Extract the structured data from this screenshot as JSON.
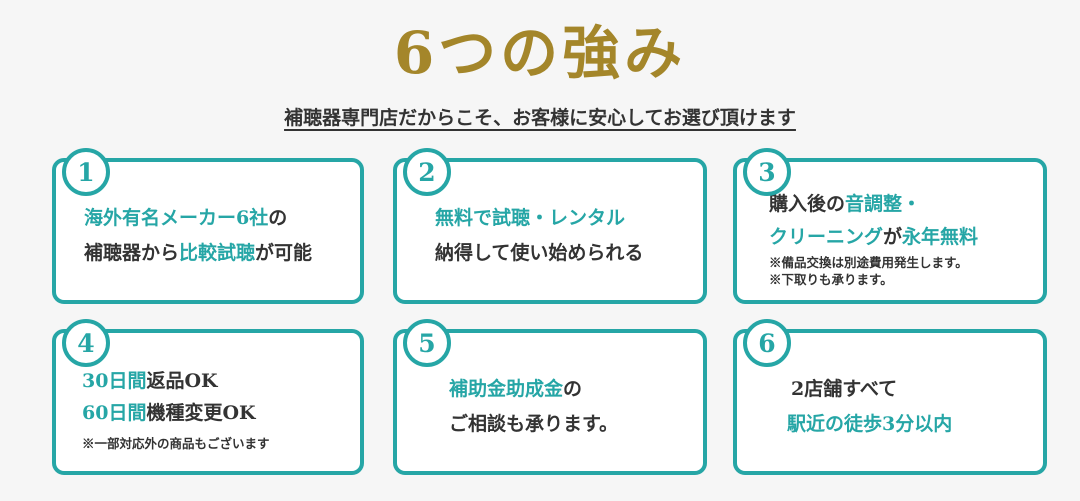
{
  "header": {
    "title": "6つの強み",
    "subtitle": "補聴器専門店だからこそ、お客様に安心してお選び頂けます"
  },
  "cards": [
    {
      "number": "1",
      "line1": {
        "a": "海外有名メーカー6社",
        "b": "の"
      },
      "line2": {
        "a": "補聴器から",
        "b": "比較試聴",
        "c": "が可能"
      }
    },
    {
      "number": "2",
      "line1": "無料で試聴・レンタル",
      "line2": "納得して使い始められる"
    },
    {
      "number": "3",
      "line1": {
        "a": "購入後の",
        "b": "音調整・"
      },
      "line2": {
        "a": "クリーニング",
        "b": "が",
        "c": "永年無料"
      },
      "note1": "※備品交換は別途費用発生します。",
      "note2": "※下取りも承ります。"
    },
    {
      "number": "4",
      "line1": {
        "a": "30日間",
        "b": "返品OK"
      },
      "line2": {
        "a": "60日間",
        "b": "機種変更OK"
      },
      "note": "※一部対応外の商品もございます"
    },
    {
      "number": "5",
      "line1": {
        "a": "補助金助成金",
        "b": "の"
      },
      "line2": "ご相談も承ります。"
    },
    {
      "number": "6",
      "line1": "2店舗すべて",
      "line2": "駅近の徒歩3分以内"
    }
  ],
  "colors": {
    "accent": "#26a6a6",
    "gold": "#a4862a",
    "text": "#333333"
  }
}
